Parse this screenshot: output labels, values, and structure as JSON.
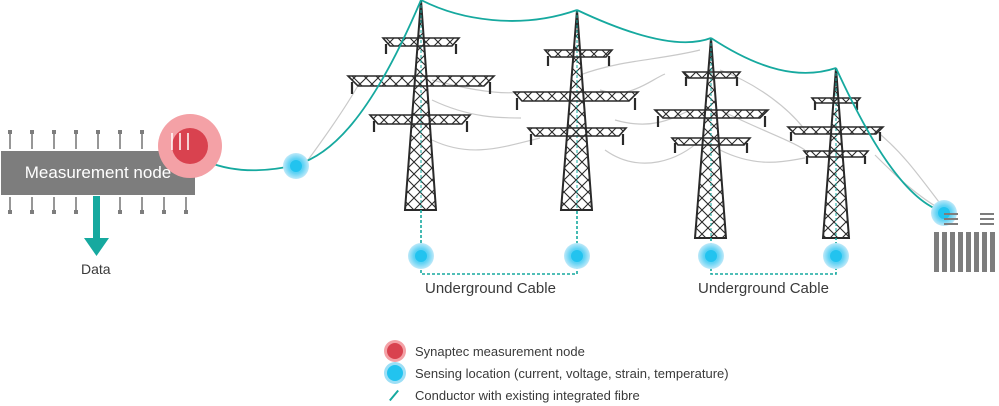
{
  "measurement_node": {
    "label": "Measurement node"
  },
  "data_output": {
    "label": "Data"
  },
  "underground_cables": [
    {
      "label": "Underground Cable"
    },
    {
      "label": "Underground Cable"
    }
  ],
  "legend": {
    "items": [
      {
        "label": "Synaptec measurement node",
        "symbol": "red-circle-icon"
      },
      {
        "label": "Sensing location (current, voltage, strain, temperature)",
        "symbol": "blue-circle-icon"
      },
      {
        "label": "Conductor with existing integrated fibre",
        "symbol": "teal-line-icon"
      }
    ]
  },
  "colors": {
    "teal": "#16a99f",
    "red": "#d9424f",
    "red_halo": "#f4a1a6",
    "blue": "#22c3ef",
    "blue_halo": "#9ddff6",
    "node_box": "#7d7d7d",
    "tower": "#2a2a2a",
    "conductor_grey": "#c8c8c8"
  }
}
